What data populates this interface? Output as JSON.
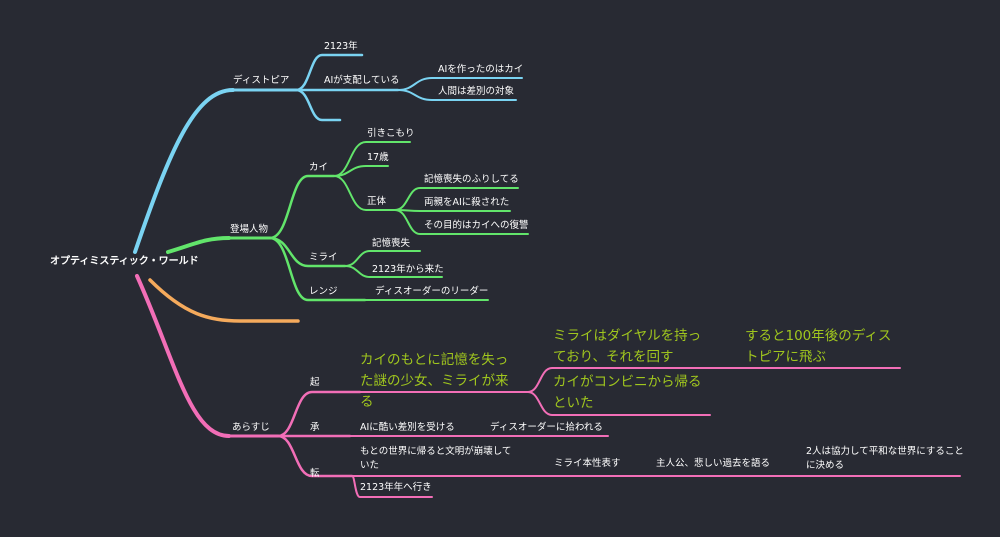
{
  "root": "オプティミスティック・ワールド",
  "colors": {
    "background": "#282a33",
    "dystopia": "#7ad3f2",
    "characters": "#62e56b",
    "empty_branch": "#f5aa5c",
    "synopsis": "#f26eb7",
    "highlight_text": "#a0c61e"
  },
  "dystopia": {
    "label": "ディストピア",
    "year": "2123年",
    "ai_rule": "AIが支配している",
    "ai_rule_children": [
      "AIを作ったのはカイ",
      "人間は差別の対象"
    ]
  },
  "characters": {
    "label": "登場人物",
    "kai": {
      "label": "カイ",
      "children": [
        "引きこもり",
        "17歳"
      ],
      "truth": {
        "label": "正体",
        "children": [
          "記憶喪失のふりしてる",
          "両親をAIに殺された",
          "その目的はカイへの復讐"
        ]
      }
    },
    "mirai": {
      "label": "ミライ",
      "children": [
        "記憶喪失",
        "2123年から来た"
      ]
    },
    "renji": {
      "label": "レンジ",
      "child": "ディスオーダーのリーダー"
    }
  },
  "synopsis": {
    "label": "あらすじ",
    "ki": {
      "label": "起",
      "text": "カイのもとに記憶を失った謎の少女、ミライが来る",
      "branch1": "ミライはダイヤルを持っており、それを回す",
      "branch1_next": "すると100年後のディストピアに飛ぶ",
      "branch2": "カイがコンビニから帰るといた"
    },
    "sho": {
      "label": "承",
      "text": "AIに酷い差別を受ける",
      "next": "ディスオーダーに拾われる"
    },
    "ten": {
      "label": "転",
      "text": "もとの世界に帰ると文明が崩壊していた",
      "next1": "ミライ本性表す",
      "next2": "主人公、悲しい過去を語る",
      "next3": "2人は協力して平和な世界にすることに決める",
      "child": "2123年年へ行き"
    }
  }
}
